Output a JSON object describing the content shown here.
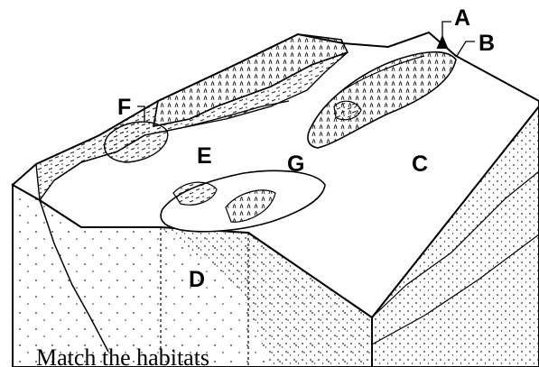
{
  "labels": {
    "A": "A",
    "B": "B",
    "C": "C",
    "D": "D",
    "E": "E",
    "F": "F",
    "G": "G"
  },
  "caption": "Match the habitats"
}
